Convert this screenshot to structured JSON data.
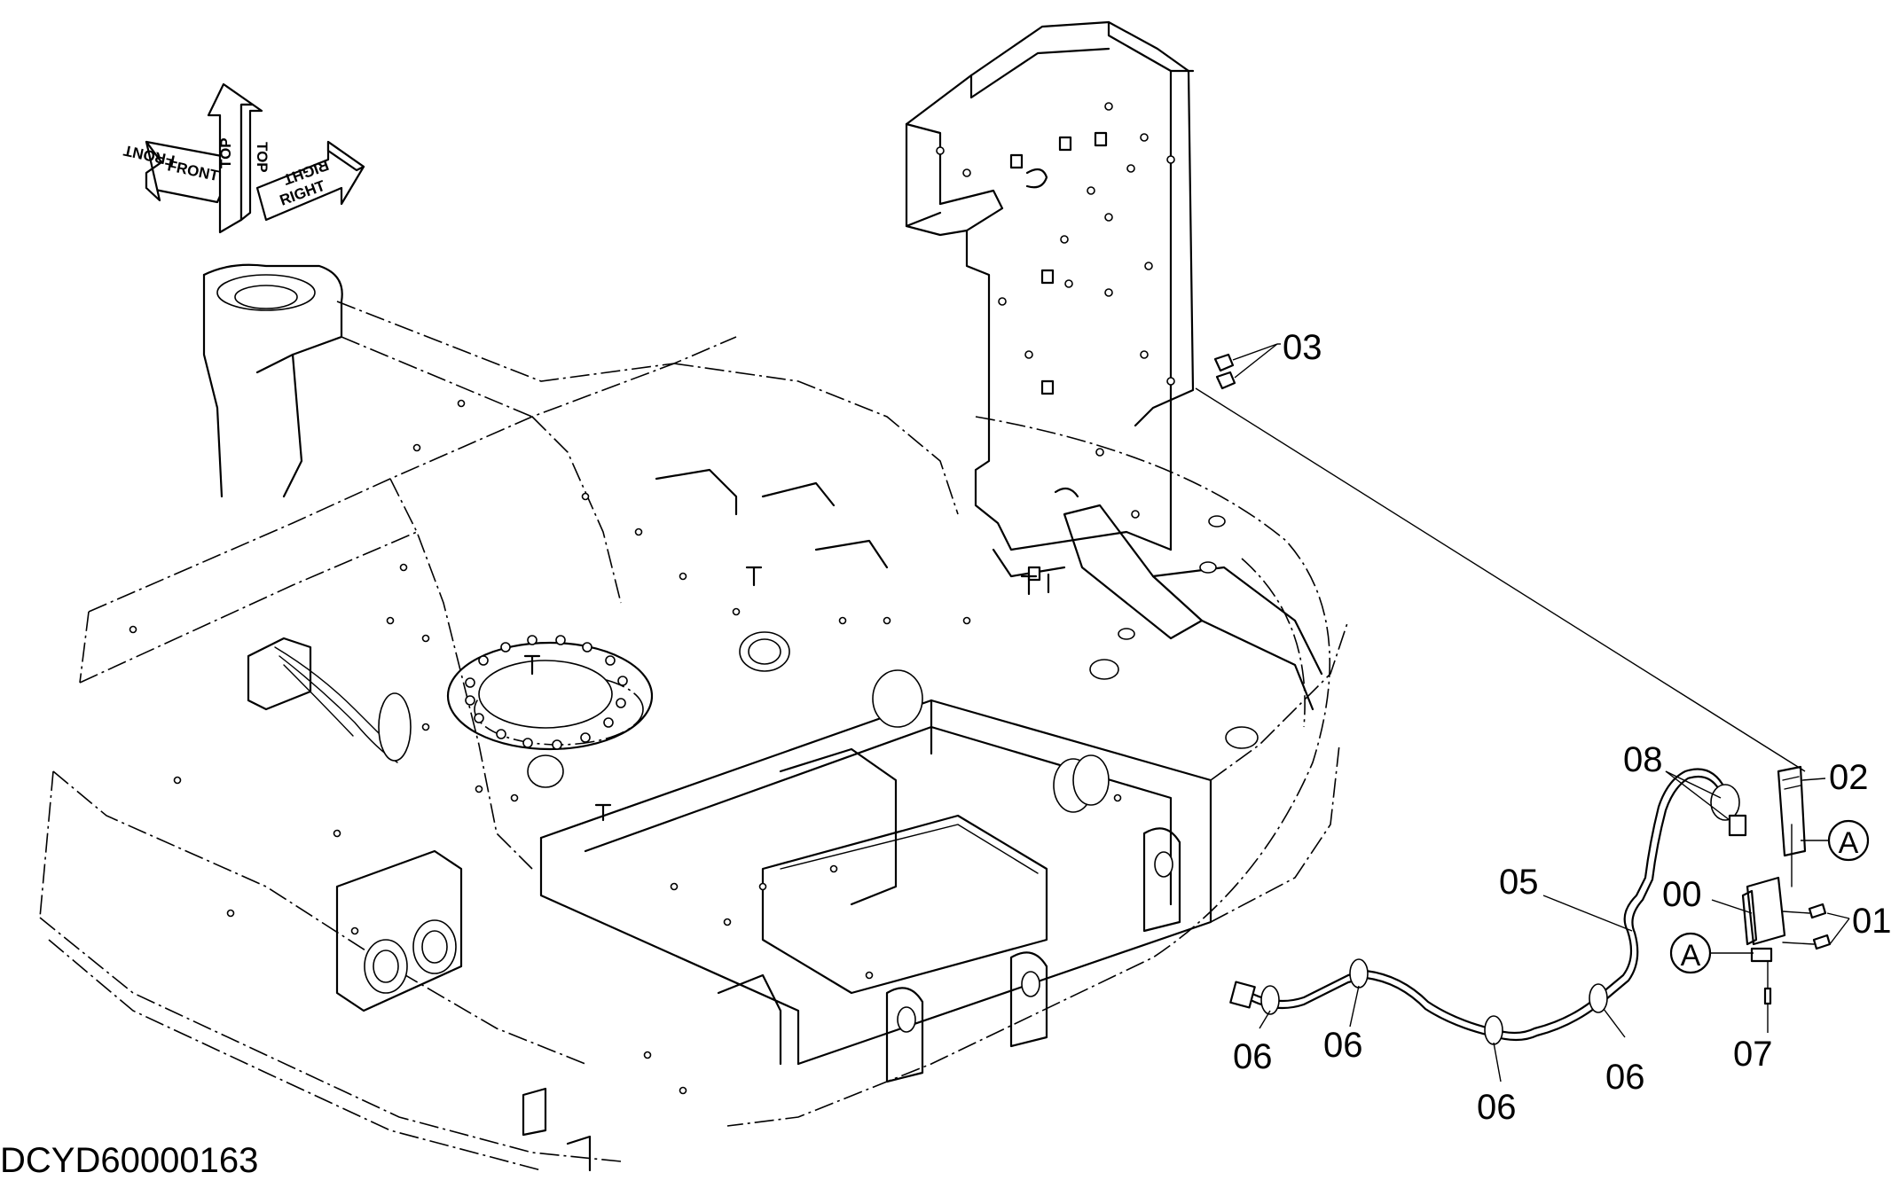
{
  "orientation_arrows": {
    "front": "FRONT",
    "top": "TOP",
    "right": "RIGHT"
  },
  "callouts": {
    "c00": "00",
    "c01": "01",
    "c02": "02",
    "c03": "03",
    "c05": "05",
    "c06a": "06",
    "c06b": "06",
    "c06c": "06",
    "c06d": "06",
    "c07": "07",
    "c08": "08"
  },
  "detail_markers": {
    "upper": "A",
    "lower": "A"
  },
  "document_id": "DCYD60000163"
}
